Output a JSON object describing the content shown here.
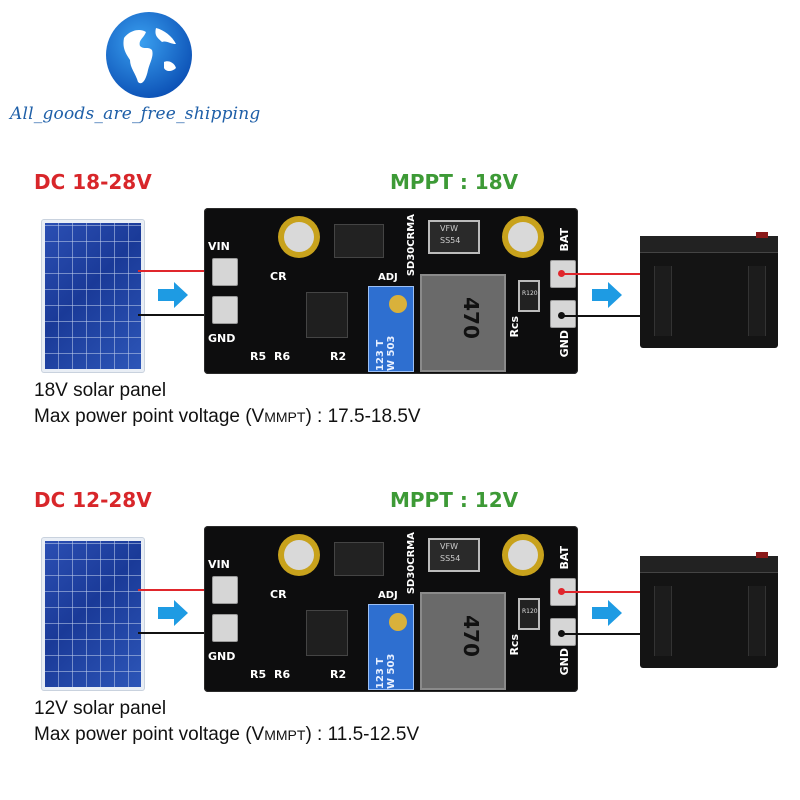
{
  "brand": {
    "text": "All_goods_are_free_shipping"
  },
  "colors": {
    "dc": "#d8262a",
    "mppt": "#3d9a36",
    "arrow": "#1e9be3",
    "brand": "#1e5fa8"
  },
  "diagrams": [
    {
      "dc_label": "DC 18-28V",
      "mppt_label": "MPPT : 18V",
      "caption_line1": "18V solar panel",
      "caption_prefix": "Max power point voltage (V",
      "caption_sub": "MMPT",
      "caption_suffix": ") : 17.5-18.5V"
    },
    {
      "dc_label": "DC 12-28V",
      "mppt_label": "MPPT : 12V",
      "caption_line1": "12V solar panel",
      "caption_prefix": "Max power point voltage (V",
      "caption_sub": "MMPT",
      "caption_suffix": ") : 11.5-12.5V"
    }
  ],
  "board": {
    "vin": "VIN",
    "gnd_left": "GND",
    "cr": "CR",
    "r5": "R5",
    "r6": "R6",
    "r2": "R2",
    "adj": "ADJ",
    "chip_top": "SD30CRMA",
    "bat": "BAT",
    "gnd_right": "GND",
    "rcs": "Rcs",
    "r120": "R120",
    "diode": "SS54",
    "diode_top": "VFW",
    "inductor": "470",
    "pot": "123 T W 503"
  },
  "icons": [
    "globe-logo-icon",
    "right-arrow-icon",
    "solar-panel-icon",
    "battery-icon"
  ]
}
